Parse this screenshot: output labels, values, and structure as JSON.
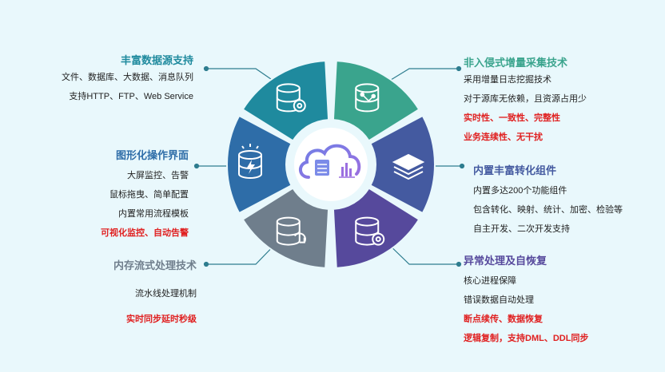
{
  "center": {
    "icon": "cloud-server-chart-icon"
  },
  "segments": [
    {
      "id": "top-left",
      "color": "#1f8a9e",
      "icon": "database-gear-icon"
    },
    {
      "id": "top-right",
      "color": "#3aa48d",
      "icon": "database-pipeline-icon"
    },
    {
      "id": "right",
      "color": "#445aa0",
      "icon": "layers-icon"
    },
    {
      "id": "bottom-right",
      "color": "#56499c",
      "icon": "database-gear-icon"
    },
    {
      "id": "bottom-left",
      "color": "#6f7e8c",
      "icon": "database-sync-icon"
    },
    {
      "id": "left",
      "color": "#2e6da8",
      "icon": "database-lightning-icon"
    }
  ],
  "blocks": {
    "rich_sources": {
      "title": "丰富数据源支持",
      "color": "#1f8a9e",
      "lines": [
        "文件、数据库、大数据、消息队列",
        "支持HTTP、FTP、Web Service"
      ]
    },
    "gui": {
      "title": "图形化操作界面",
      "color": "#2e6da8",
      "lines": [
        "大屏监控、告警",
        "鼠标拖曳、简单配置",
        "内置常用流程模板"
      ],
      "red_lines": [
        "可视化监控、自动告警"
      ]
    },
    "stream": {
      "title": "内存流式处理技术",
      "color": "#6f7e8c",
      "lines": [
        "流水线处理机制"
      ],
      "red_lines": [
        "实时同步延时秒级"
      ]
    },
    "non_intrusive": {
      "title": "非入侵式增量采集技术",
      "color": "#3aa48d",
      "lines": [
        "采用增量日志挖掘技术",
        "对于源库无依赖，且资源占用少"
      ],
      "red_lines": [
        "实时性、一致性、完整性",
        "业务连续性、无干扰"
      ]
    },
    "components": {
      "title": "内置丰富转化组件",
      "color": "#445aa0",
      "lines": [
        "内置多达200个功能组件",
        "包含转化、映射、统计、加密、检验等",
        "自主开发、二次开发支持"
      ]
    },
    "recovery": {
      "title": "异常处理及自恢复",
      "color": "#56499c",
      "lines": [
        "核心进程保障",
        "错误数据自动处理"
      ],
      "red_lines": [
        "断点续传、数据恢复",
        "逻辑复制，支持DML、DDL同步"
      ]
    }
  }
}
